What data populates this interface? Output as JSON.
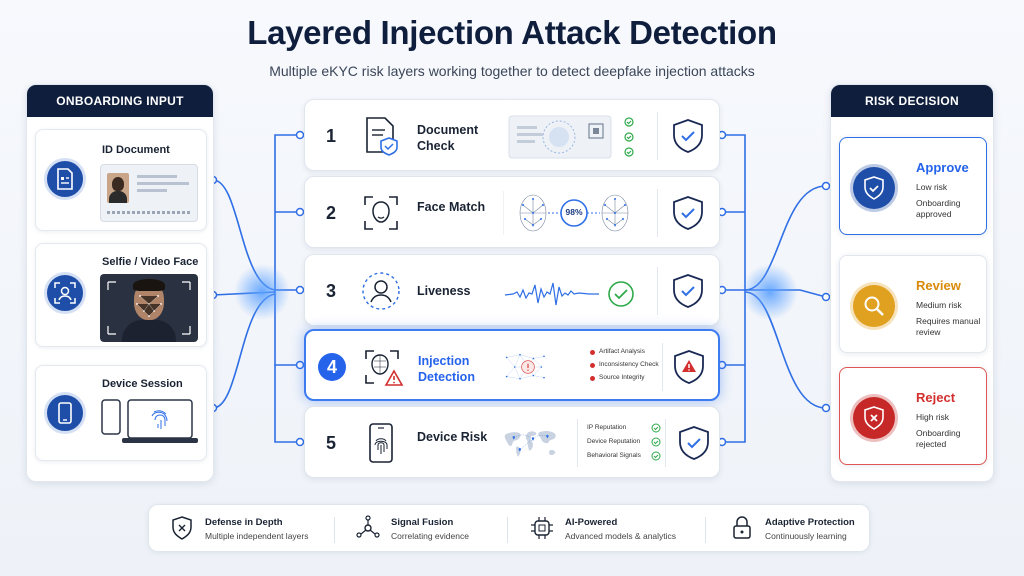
{
  "title": "Layered Injection Attack Detection",
  "subtitle": "Multiple eKYC risk layers working together to detect deepfake injection attacks",
  "input_panel": {
    "header": "ONBOARDING INPUT",
    "items": [
      {
        "label": "ID Document",
        "icon": "id-document-icon"
      },
      {
        "label": "Selfie / Video Face",
        "icon": "face-scan-icon"
      },
      {
        "label": "Device Session",
        "icon": "phone-icon"
      }
    ]
  },
  "layers": [
    {
      "number": "1",
      "name": "Document Check",
      "icon": "document-shield-icon"
    },
    {
      "number": "2",
      "name": "Face Match",
      "icon": "face-frame-icon",
      "match_value": "98%"
    },
    {
      "number": "3",
      "name": "Liveness",
      "icon": "face-liveness-icon"
    },
    {
      "number": "4",
      "name": "Injection Detection",
      "icon": "face-warning-icon",
      "checks": [
        "Artifact Analysis",
        "Inconsistency Check",
        "Source Integrity"
      ]
    },
    {
      "number": "5",
      "name": "Device Risk",
      "icon": "phone-fingerprint-icon",
      "checks": [
        "IP Reputation",
        "Device Reputation",
        "Behavioral Signals"
      ]
    }
  ],
  "decision_panel": {
    "header": "RISK DECISION",
    "outcomes": [
      {
        "title": "Approve",
        "line1": "Low risk",
        "line2": "Onboarding approved",
        "color": "#2563eb"
      },
      {
        "title": "Review",
        "line1": "Medium risk",
        "line2": "Requires manual review",
        "color": "#e0a020"
      },
      {
        "title": "Reject",
        "line1": "High risk",
        "line2": "Onboarding rejected",
        "color": "#d32f2f"
      }
    ]
  },
  "features": [
    {
      "title": "Defense in Depth",
      "sub": "Multiple independent layers",
      "icon": "shield-x-icon"
    },
    {
      "title": "Signal Fusion",
      "sub": "Correlating evidence",
      "icon": "network-icon"
    },
    {
      "title": "AI-Powered",
      "sub": "Advanced models & analytics",
      "icon": "brain-chip-icon"
    },
    {
      "title": "Adaptive Protection",
      "sub": "Continuously learning",
      "icon": "lock-icon"
    }
  ]
}
